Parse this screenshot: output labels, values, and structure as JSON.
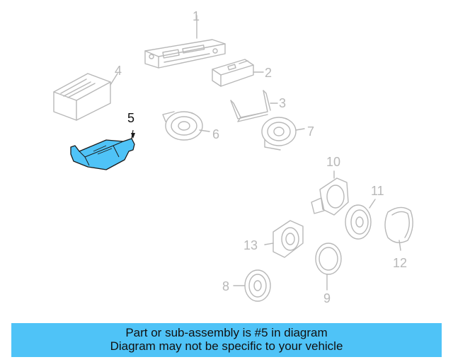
{
  "callouts": {
    "n1": "1",
    "n2": "2",
    "n3": "3",
    "n4": "4",
    "n5": "5",
    "n6": "6",
    "n7": "7",
    "n8": "8",
    "n9": "9",
    "n10": "10",
    "n11": "11",
    "n12": "12",
    "n13": "13"
  },
  "highlighted_part": "5",
  "colors": {
    "highlight": "#4fc3f7",
    "line": "#b8b8b8",
    "active_text": "#111111"
  },
  "banner": {
    "line1": "Part or sub-assembly is #5 in diagram",
    "line2": "Diagram may not be specific to your vehicle"
  }
}
